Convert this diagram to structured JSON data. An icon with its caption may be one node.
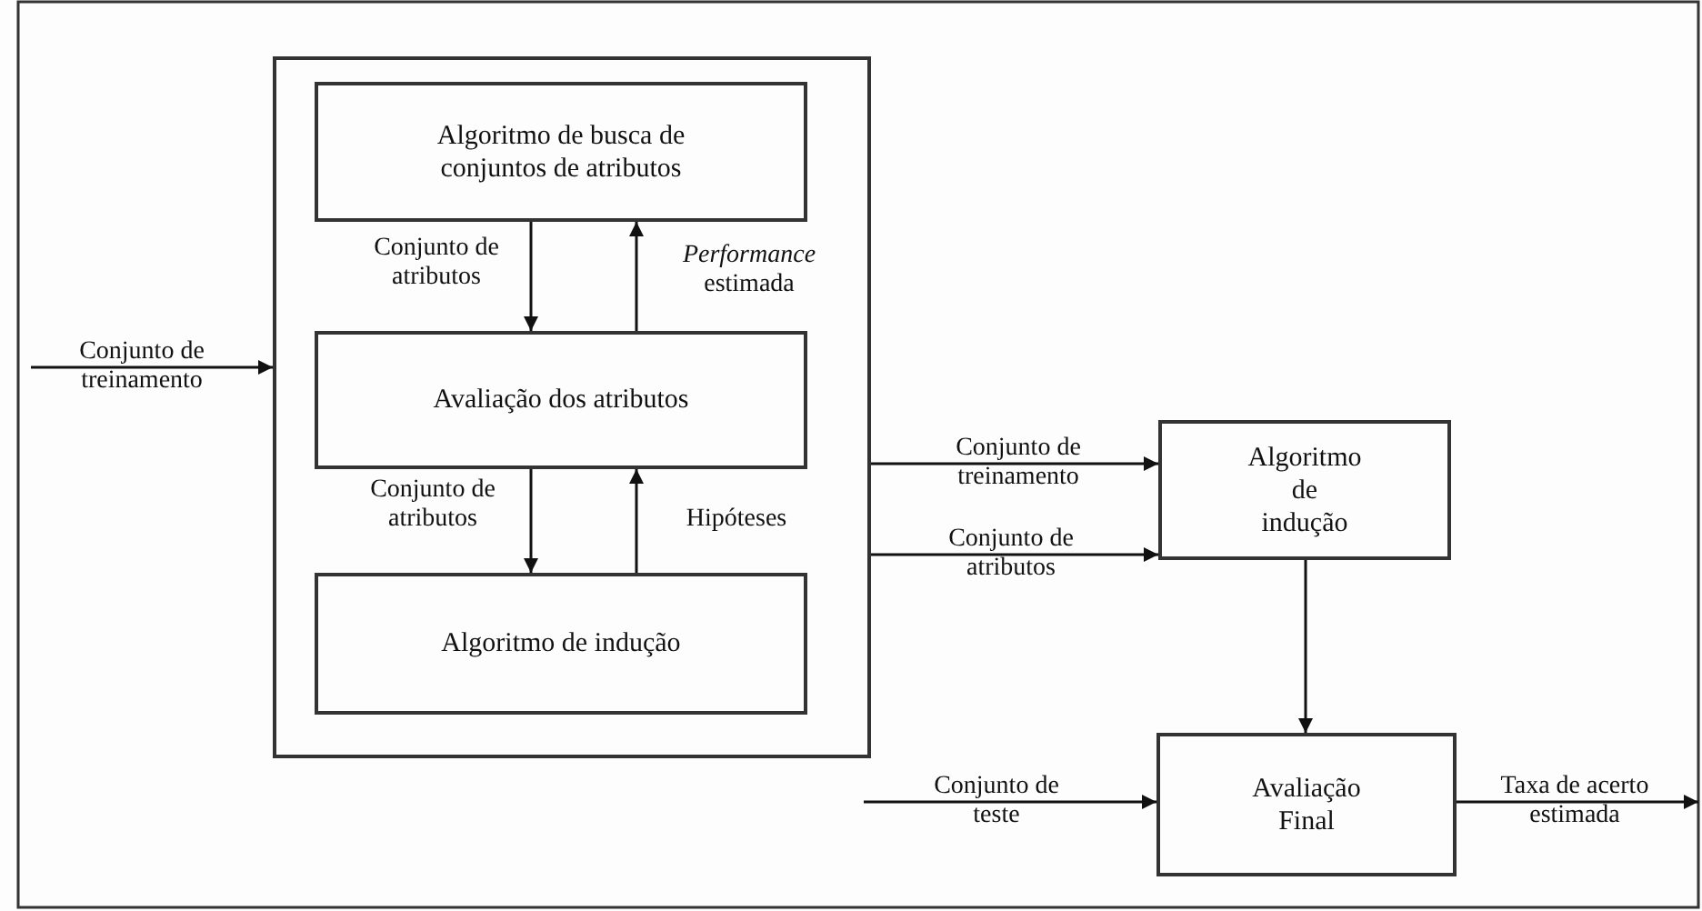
{
  "diagram": {
    "nodes": [
      {
        "text": [],
        "shape": "box"
      },
      {
        "text": [
          "Algoritmo de busca de conjuntos de atributos"
        ],
        "in": 0
      },
      {
        "text": [
          "Avaliação dos atributos"
        ],
        "in": 0
      },
      {
        "text": [
          "Algoritmo de indução"
        ],
        "in": 0
      },
      {
        "text": [
          "Algoritmo de indução"
        ]
      },
      {
        "text": [
          "Avaliação Final"
        ]
      }
    ],
    "edges": [
      {
        "from": null,
        "to": 0,
        "arrow": "to",
        "label": "Conjunto de treinamento"
      },
      {
        "from": 1,
        "to": 2,
        "arrow": "to",
        "label": "Conjunto de atributos"
      },
      {
        "from": 2,
        "to": 1,
        "arrow": "to",
        "label": "*Performance* estimada"
      },
      {
        "from": 2,
        "to": 3,
        "arrow": "to",
        "label": "Conjunto de atributos"
      },
      {
        "from": 3,
        "to": 2,
        "arrow": "to",
        "label": "Hipóteses"
      },
      {
        "from": 0,
        "to": 4,
        "arrow": "to",
        "label": "Conjunto de treinamento"
      },
      {
        "from": 0,
        "to": 4,
        "arrow": "to",
        "label": "Conjunto de atributos"
      },
      {
        "from": 4,
        "to": 5,
        "arrow": "to"
      },
      {
        "from": null,
        "to": 5,
        "arrow": "to",
        "label": "Conjunto de teste"
      },
      {
        "from": 5,
        "to": null,
        "arrow": "to",
        "label": "Taxa de acerto estimada"
      }
    ]
  }
}
